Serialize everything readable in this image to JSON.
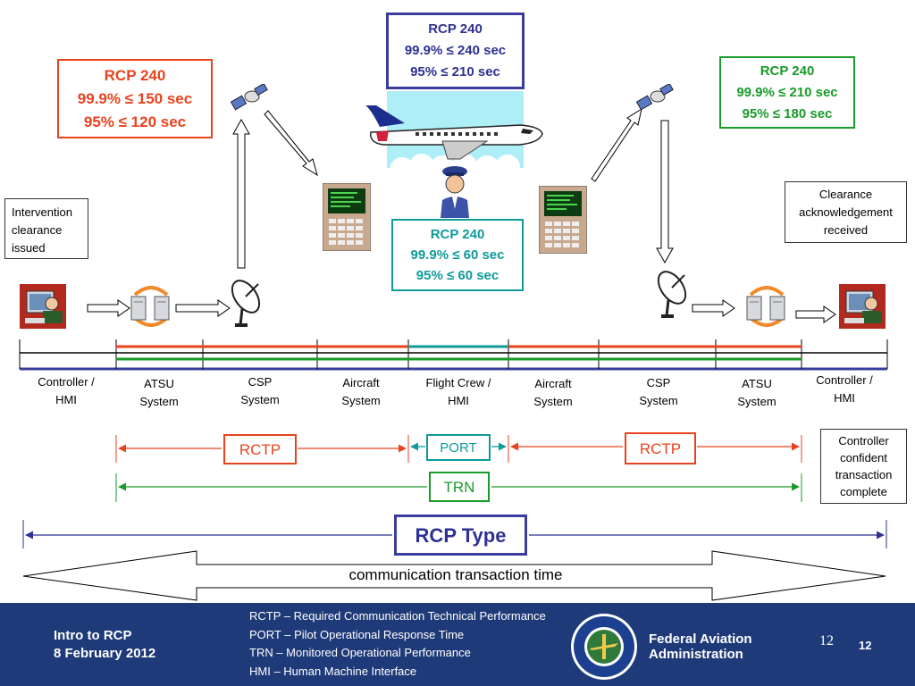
{
  "rcp_boxes": {
    "atsu_csp": {
      "title": "RCP 240",
      "line1": "99.9% ≤ 150 sec",
      "line2": "95% ≤ 120 sec",
      "color": "#e8431f"
    },
    "aircraft": {
      "title": "RCP 240",
      "line1": "99.9% ≤ 240 sec",
      "line2": "95% ≤ 210 sec",
      "color": "#2e3192"
    },
    "csp_atsu": {
      "title": "RCP 240",
      "line1": "99.9% ≤ 210 sec",
      "line2": "95% ≤ 180 sec",
      "color": "#1a9a2a"
    },
    "crew": {
      "title": "RCP 240",
      "line1": "99.9% ≤ 60 sec",
      "line2": "95% ≤ 60 sec",
      "color": "#0f9a9a"
    }
  },
  "notes": {
    "intervention": [
      "Intervention",
      "clearance",
      "issued"
    ],
    "ack": [
      "Clearance",
      "acknowledgement",
      "received"
    ],
    "complete": [
      "Controller",
      "confident",
      "transaction",
      "complete"
    ]
  },
  "timeline_labels": [
    [
      "Controller /",
      "HMI"
    ],
    [
      "ATSU",
      "System"
    ],
    [
      "CSP",
      "System"
    ],
    [
      "Aircraft",
      "System"
    ],
    [
      "Flight Crew /",
      "HMI"
    ],
    [
      "Aircraft",
      "System"
    ],
    [
      "CSP",
      "System"
    ],
    [
      "ATSU",
      "System"
    ],
    [
      "Controller /",
      "HMI"
    ]
  ],
  "segments": {
    "rctp_left": "RCTP",
    "port": "PORT",
    "rctp_right": "RCTP",
    "trn": "TRN",
    "rcp_type": "RCP Type",
    "transaction_time": "communication transaction time"
  },
  "icons": [
    "controller-hmi-icon",
    "atsu-servers-icon",
    "satellite-dish-icon",
    "satellite-icon",
    "cockpit-display-icon",
    "airplane-icon",
    "pilot-icon"
  ],
  "footer": {
    "presentation_title": "Intro to RCP",
    "date": "8 February 2012",
    "glossary": [
      "RCTP – Required Communication Technical Performance",
      "PORT – Pilot Operational Response Time",
      "TRN – Monitored Operational Performance",
      "HMI – Human Machine Interface"
    ],
    "org_line1": "Federal Aviation",
    "org_line2": "Administration",
    "page_number_serif": "12",
    "page_number": "12"
  }
}
